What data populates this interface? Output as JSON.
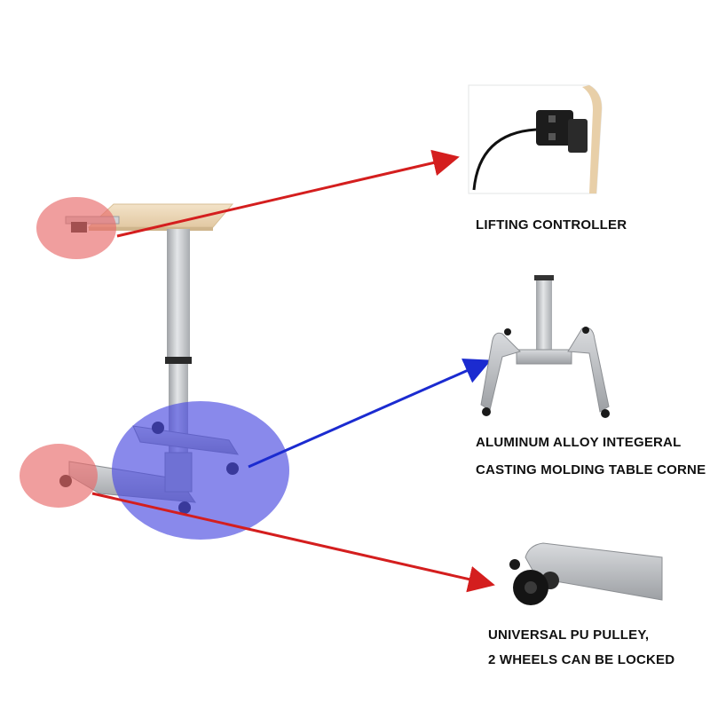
{
  "callouts": {
    "lifting_controller": {
      "label": "LIFTING CONTROLLER",
      "color": "#d41e1e"
    },
    "base": {
      "label_line1": "ALUMINUM ALLOY INTEGERAL",
      "label_line2": "CASTING MOLDING TABLE CORNE",
      "color": "#1b2bd0"
    },
    "pulley": {
      "label_line1": "UNIVERSAL PU PULLEY,",
      "label_line2": "2 WHEELS CAN BE LOCKED",
      "color": "#d41e1e"
    }
  },
  "highlights": {
    "red_zone_color": "#e86a6a",
    "blue_zone_color": "#4a4ae0"
  },
  "product": {
    "tabletop_color": "#efd9b8",
    "column_color": "#c7c9cc",
    "wheel_color": "#1a1a1a"
  }
}
